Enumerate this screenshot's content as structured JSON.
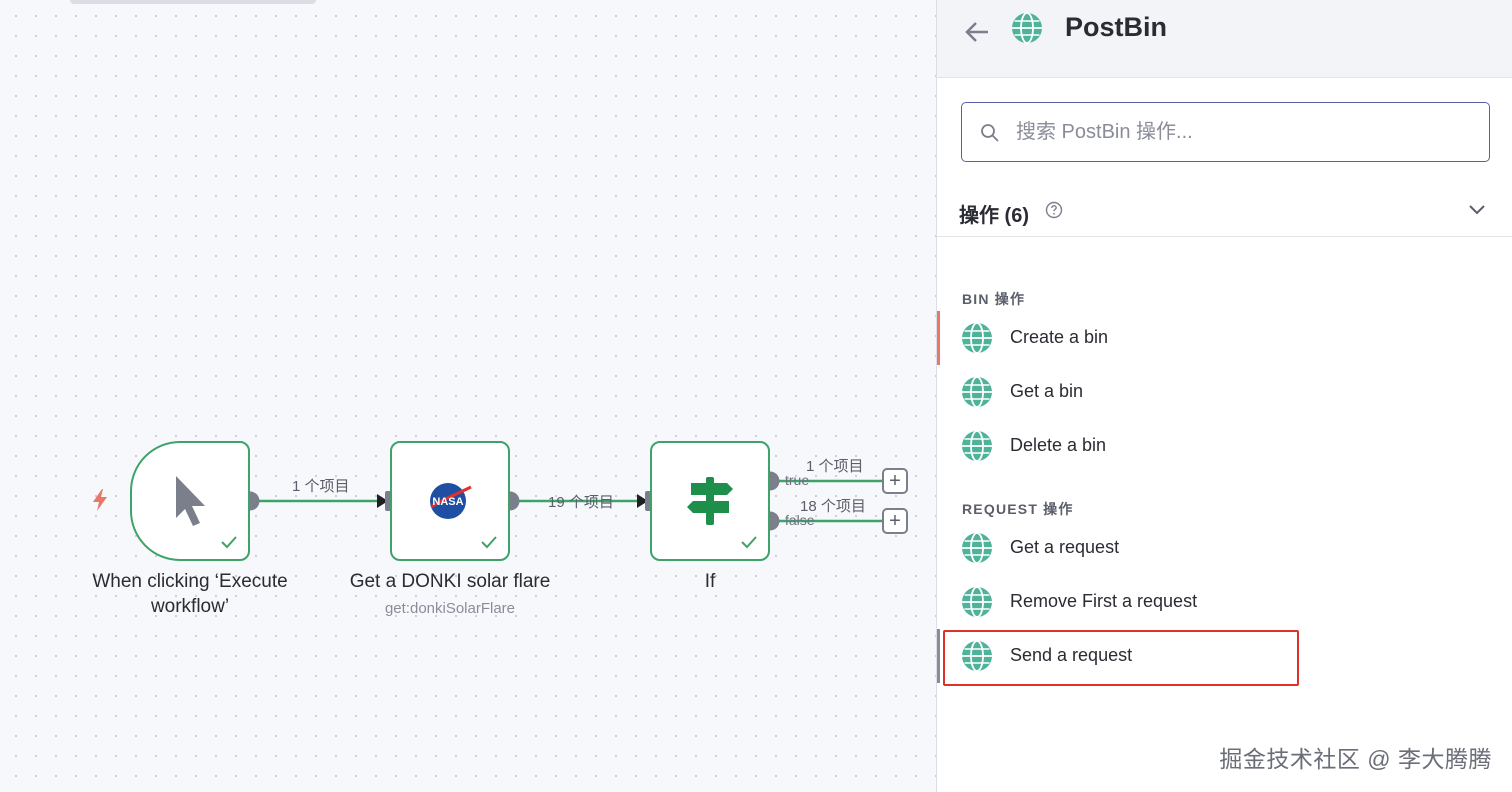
{
  "canvas": {
    "nodes": [
      {
        "id": "trigger",
        "label": "When clicking ‘Execute workflow’",
        "sub": ""
      },
      {
        "id": "nasa",
        "label": "Get a DONKI solar flare",
        "sub": "get:donkiSolarFlare",
        "icon_text": "NASA"
      },
      {
        "id": "if",
        "label": "If",
        "sub": ""
      }
    ],
    "edges": [
      {
        "label": "1 个项目"
      },
      {
        "label": "19 个项目"
      },
      {
        "label": "1 个项目",
        "port": "true"
      },
      {
        "label": "18 个项目",
        "port": "false"
      }
    ],
    "add_symbol": "+"
  },
  "panel": {
    "title": "PostBin",
    "search": {
      "placeholder": "搜索 PostBin 操作...",
      "value": ""
    },
    "section": {
      "title": "操作 (6)"
    },
    "groups": [
      {
        "label": "BIN 操作",
        "items": [
          {
            "label": "Create a bin"
          },
          {
            "label": "Get a bin"
          },
          {
            "label": "Delete a bin"
          }
        ]
      },
      {
        "label": "REQUEST 操作",
        "items": [
          {
            "label": "Get a request"
          },
          {
            "label": "Remove First a request"
          },
          {
            "label": "Send a request"
          }
        ]
      }
    ]
  },
  "colors": {
    "node_border": "#3ea368",
    "accent_indigo": "#5b5fa8",
    "globe": "#4fb39b",
    "highlight": "#e0302a",
    "trigger_bolt": "#e8776a"
  },
  "watermark": "掘金技术社区 @ 李大腾腾"
}
